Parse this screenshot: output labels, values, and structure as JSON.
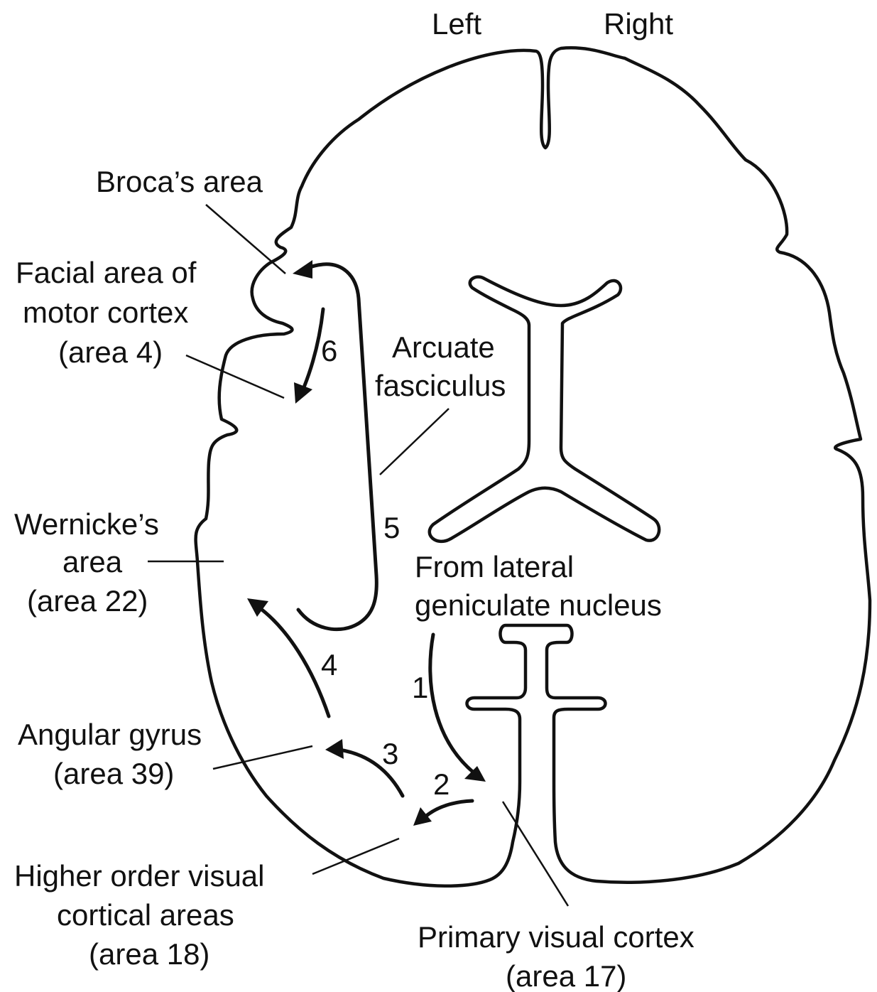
{
  "labels": {
    "left": "Left",
    "right": "Right",
    "broca": "Broca’s area",
    "facial": [
      "Facial area of",
      "motor cortex",
      "(area 4)"
    ],
    "arcuate": [
      "Arcuate",
      "fasciculus"
    ],
    "wernicke": [
      "Wernicke’s",
      "area",
      "(area 22)"
    ],
    "lgn": [
      "From lateral",
      "geniculate nucleus"
    ],
    "angular": [
      "Angular gyrus",
      "(area 39)"
    ],
    "higher_visual": [
      "Higher order visual",
      "cortical areas",
      "(area 18)"
    ],
    "primary_visual": [
      "Primary visual cortex",
      "(area 17)"
    ]
  },
  "steps": [
    "1",
    "2",
    "3",
    "4",
    "5",
    "6"
  ]
}
